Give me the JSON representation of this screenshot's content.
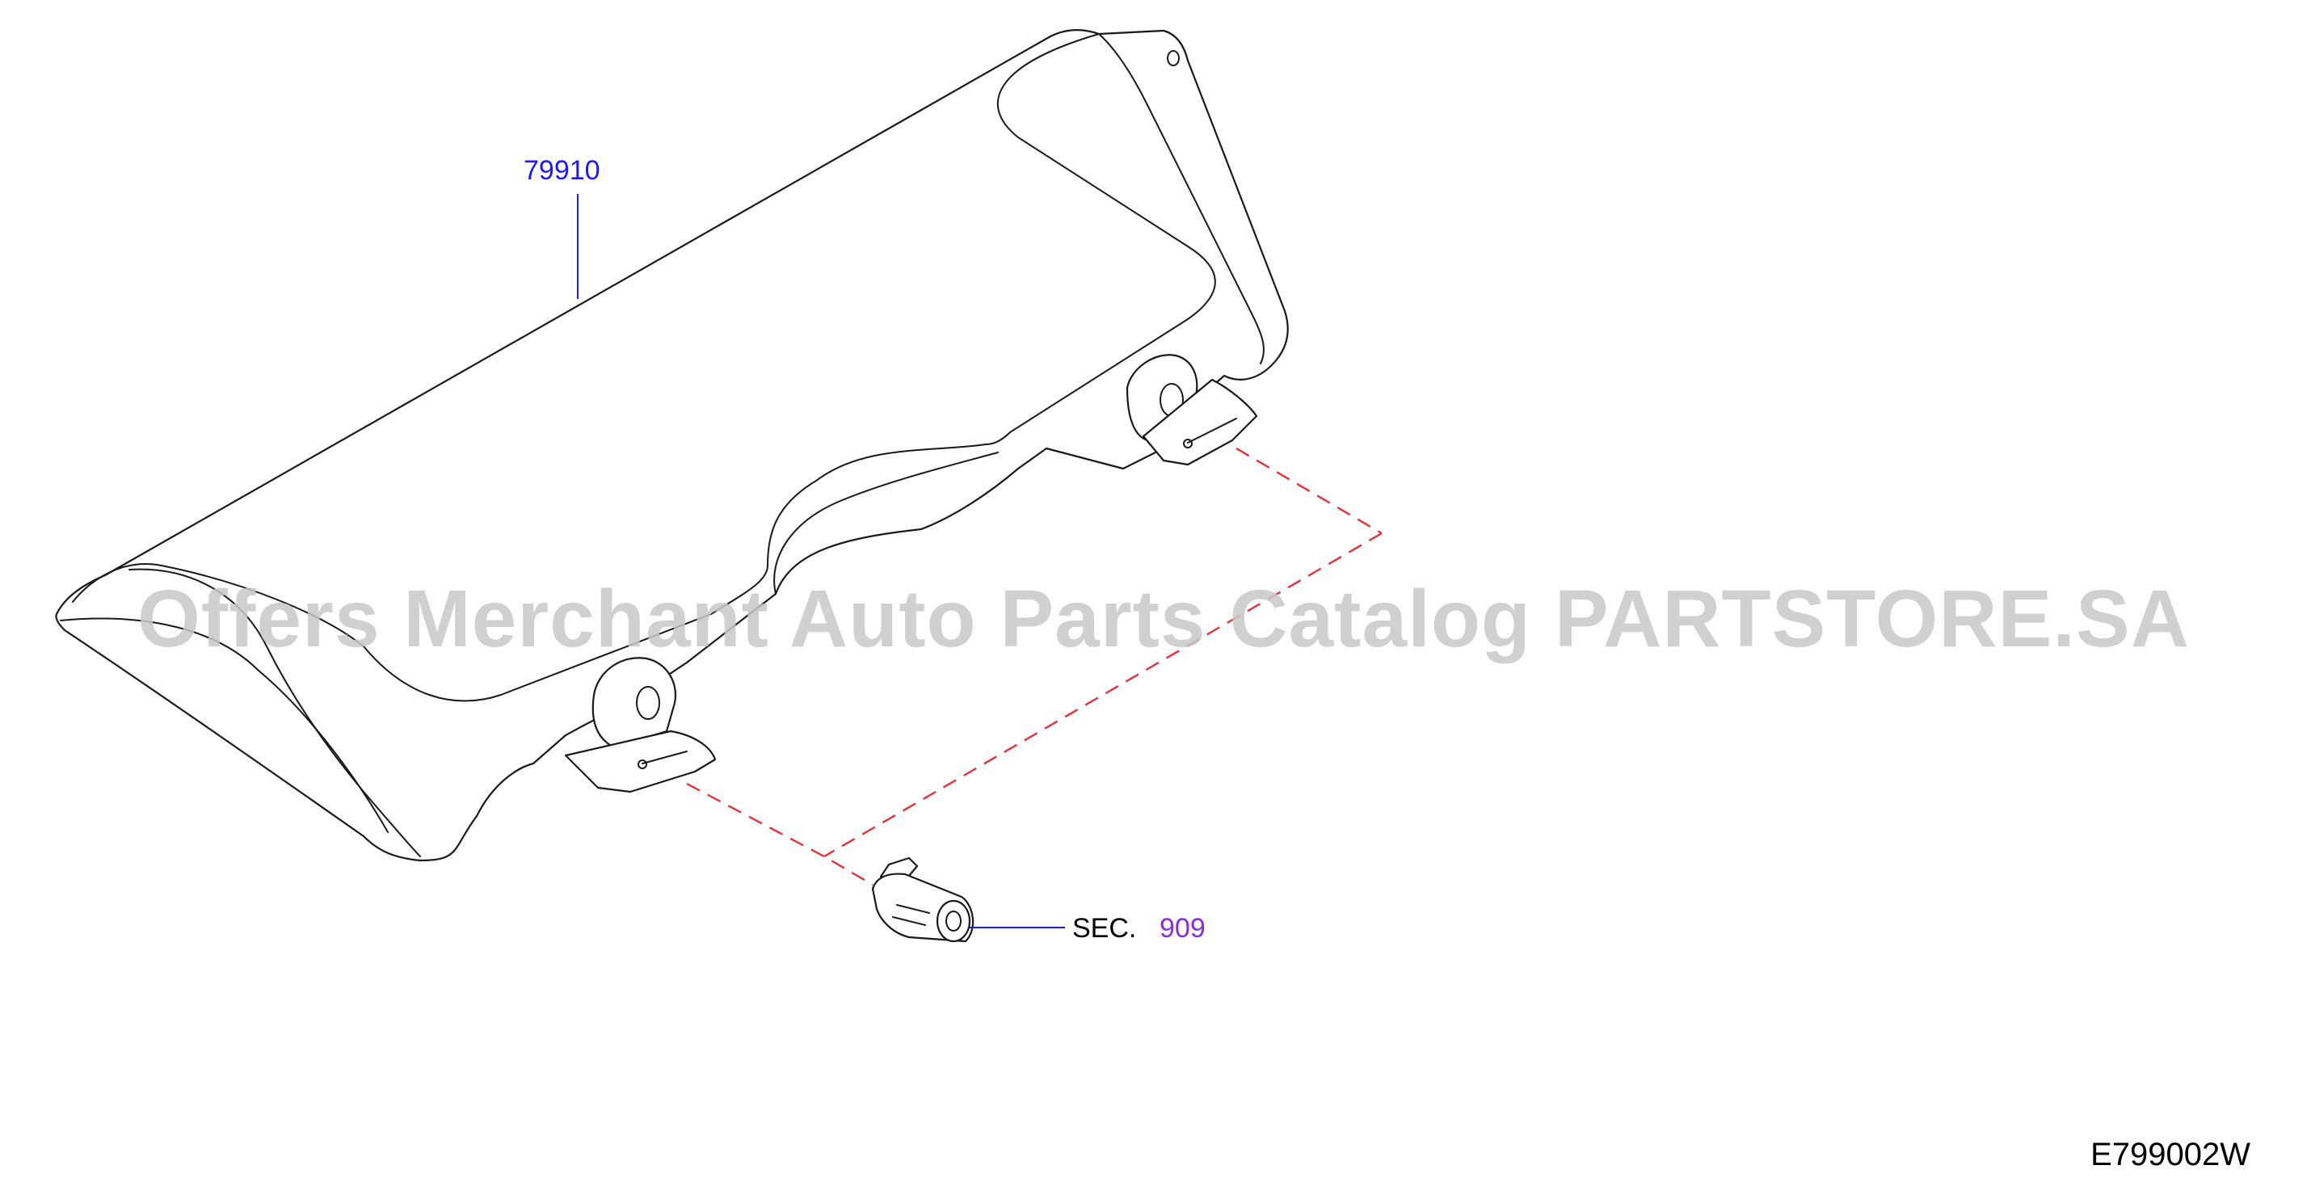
{
  "callouts": [
    {
      "label": "79910",
      "color": "#1a1aff"
    }
  ],
  "section_reference": {
    "prefix": "SEC.",
    "number": "909",
    "number_color": "#8a2be2"
  },
  "diagram_code": "E799002W",
  "watermark": "Offers Merchant Auto Parts Catalog PARTSTORE.SA",
  "colors": {
    "outline": "#1a1a1a",
    "dashed_guide": "#e8303a",
    "leader_blue": "#1a1aff",
    "watermark": "#c8c8c8"
  }
}
